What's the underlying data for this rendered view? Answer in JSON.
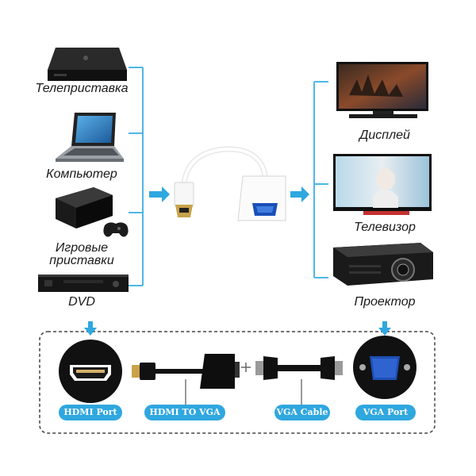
{
  "sources": {
    "set_top_box": "Телеприставка",
    "computer": "Компьютер",
    "game_consoles_line1": "Игровые",
    "game_consoles_line2": "приставки",
    "dvd": "DVD"
  },
  "outputs": {
    "display": "Дисплей",
    "tv": "Телевизор",
    "projector": "Проектор"
  },
  "bottom_labels": {
    "hdmi_port": "HDMI Port",
    "hdmi_to_vga": "HDMI TO VGA",
    "vga_cable": "VGA Cable",
    "vga_port": "VGA Port"
  },
  "colors": {
    "accent": "#2fa7df",
    "line": "#4cb8e6"
  }
}
